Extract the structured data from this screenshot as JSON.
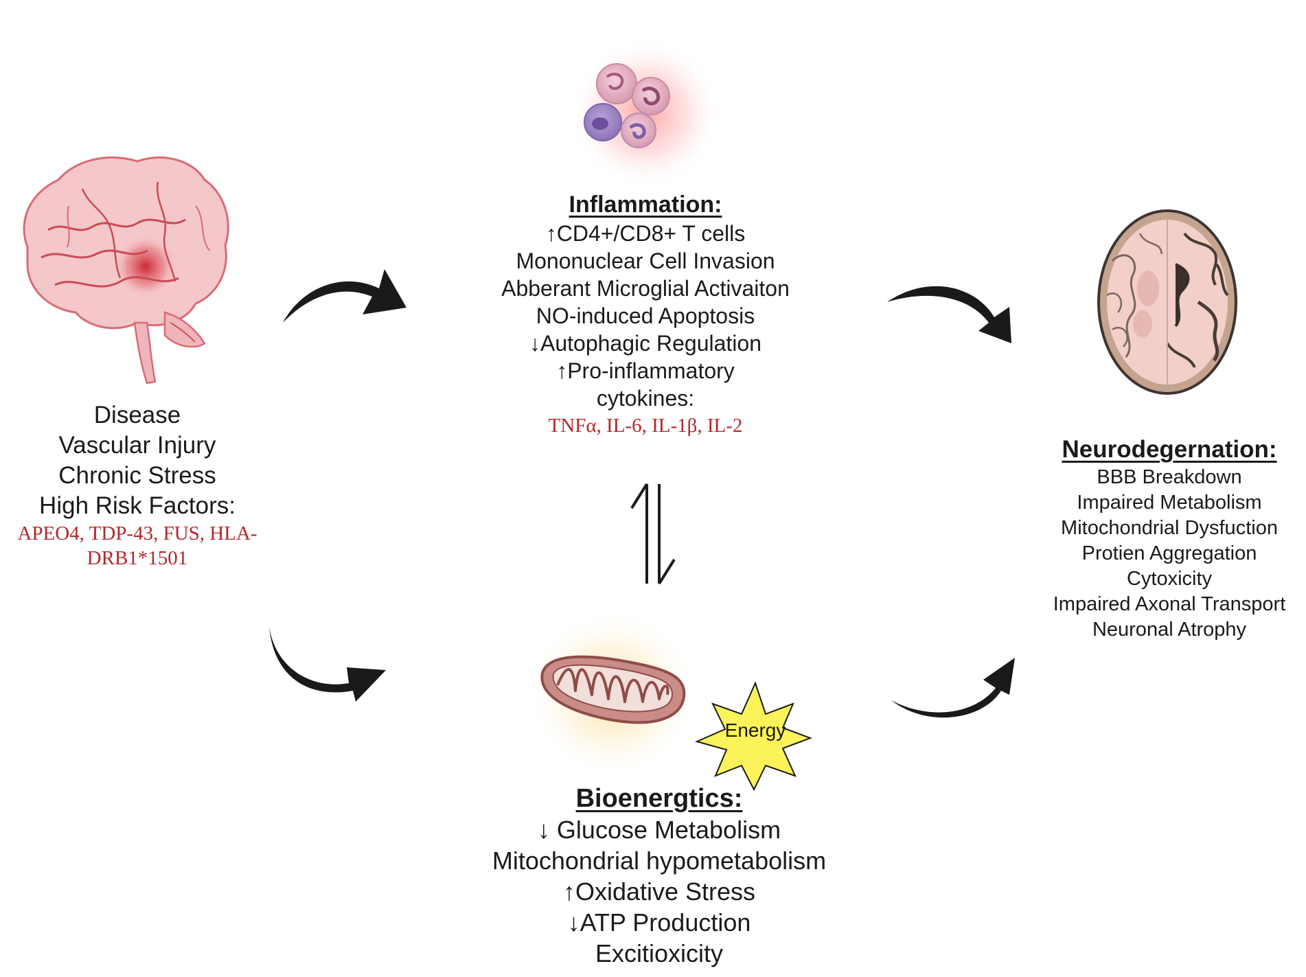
{
  "left": {
    "lines": [
      "Disease",
      "Vascular Injury",
      "Chronic Stress",
      "High Risk Factors:"
    ],
    "risk_factors": [
      "APEO4, TDP-43, FUS, HLA-",
      "DRB1*1501"
    ]
  },
  "inflammation": {
    "title": "Inflammation:",
    "lines": [
      "↑CD4+/CD8+ T cells",
      "Mononuclear Cell Invasion",
      "Abberant Microglial Activaiton",
      "NO-induced Apoptosis",
      "↓Autophagic Regulation",
      "↑Pro-inflammatory",
      "cytokines:"
    ],
    "cytokines": "TNFα, IL-6, IL-1β, IL-2"
  },
  "bioenergetics": {
    "title": "Bioenergtics:",
    "lines": [
      "↓ Glucose Metabolism",
      "Mitochondrial hypometabolism",
      "↑Oxidative Stress",
      "↓ATP Production",
      "Excitioxicity"
    ],
    "badge": "Energy"
  },
  "neurodegeneration": {
    "title": "Neurodegernation:",
    "lines": [
      "BBB Breakdown",
      "Impaired Metabolism",
      "Mitochondrial Dysfuction",
      "Protien Aggregation",
      "Cytoxicity",
      "Impaired Axonal Transport",
      "Neuronal Atrophy"
    ]
  },
  "icons": {
    "brain": "brain-icon",
    "immune_cells": "immune-cells-icon",
    "mitochondrion": "mitochondrion-icon",
    "energy_burst": "energy-burst-icon",
    "brain_slice": "brain-atrophy-slice-icon",
    "equilibrium": "equilibrium-arrows-icon",
    "curved_arrow": "curved-arrow-icon"
  },
  "colors": {
    "risk_text": "#b3262a",
    "brain_fill": "#f3c3c6",
    "brain_lines": "#c94a55",
    "mito_fill": "#c98c86",
    "energy_fill": "#fbf35a",
    "arrow": "#1a1a1a",
    "inflammation_glow": "#ff6a6a",
    "bioenergetics_glow": "#f5d36b"
  }
}
